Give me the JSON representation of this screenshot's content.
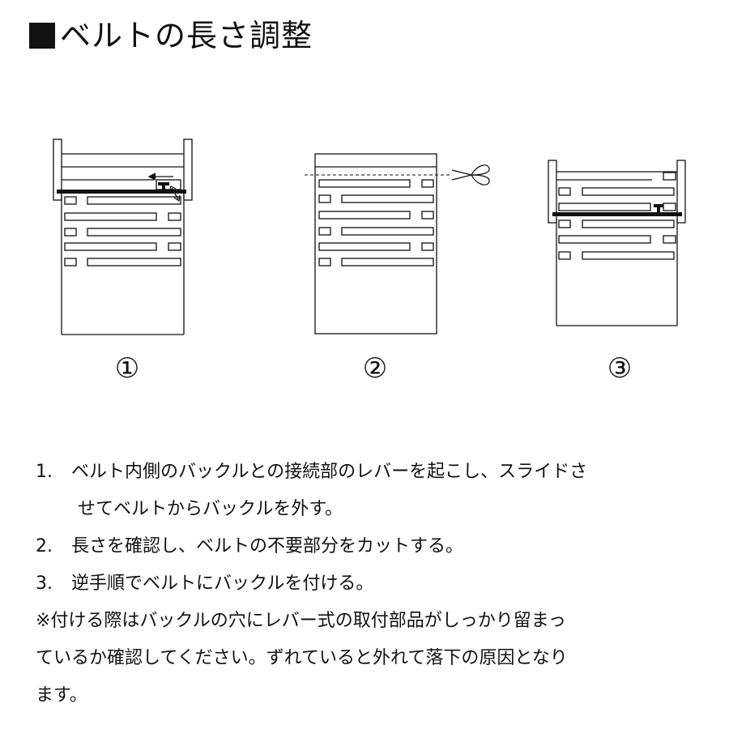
{
  "title": "ベルトの長さ調整",
  "steps": [
    {
      "label": "①"
    },
    {
      "label": "②"
    },
    {
      "label": "③"
    }
  ],
  "instructions": [
    {
      "num": "1.",
      "line1": "ベルト内側のバックルとの接続部のレバーを起こし、スライドさ",
      "line2": "せてベルトからバックルを外す。"
    },
    {
      "num": "2.",
      "line1": "長さを確認し、ベルトの不要部分をカットする。"
    },
    {
      "num": "3.",
      "line1": "逆手順でベルトにバックルを付ける。"
    }
  ],
  "note": [
    "※付ける際はバックルの穴にレバー式の取付部品がしっかり留まっ",
    "ているか確認してください。ずれていると外れて落下の原因となり",
    "ます。"
  ],
  "icons": {
    "cut": "scissors-icon",
    "slide": "arrow-left-icon",
    "lift": "double-arrow-icon"
  }
}
